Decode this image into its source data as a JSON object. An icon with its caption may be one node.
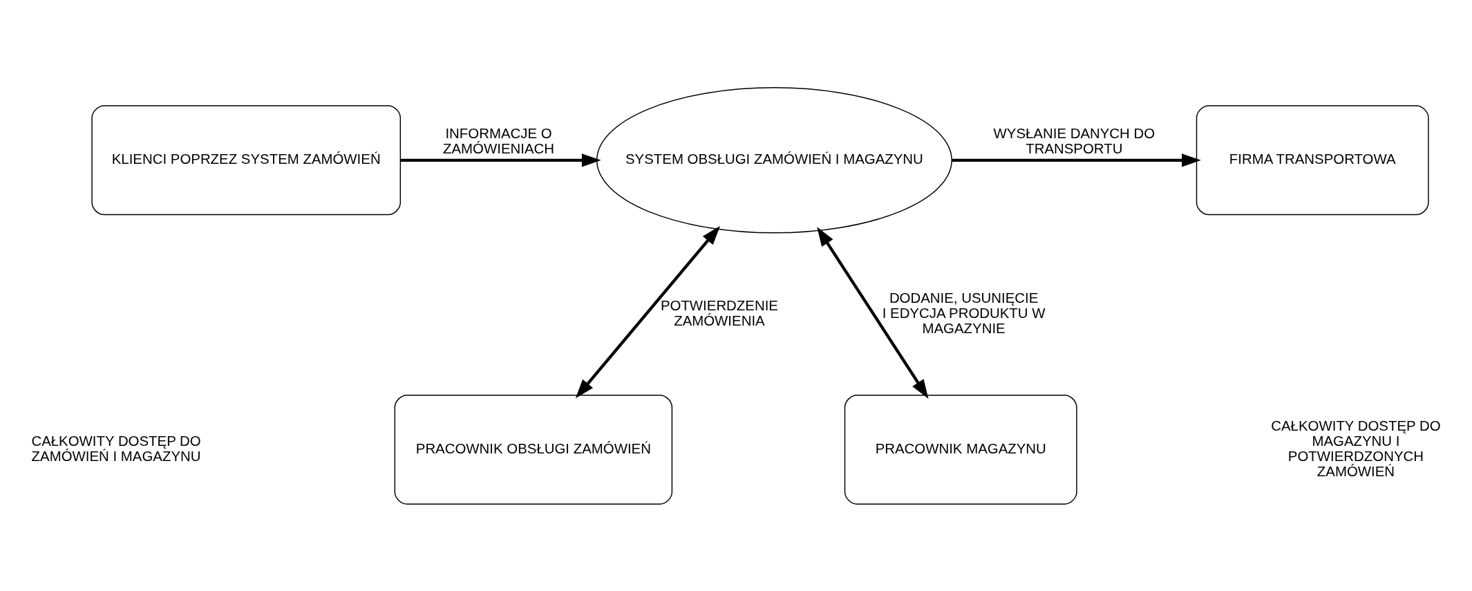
{
  "diagram": {
    "nodes": [
      {
        "text": [
          "KLIENCI POPRZEZ SYSTEM ZAMÓWIEŃ"
        ]
      },
      {
        "text": [
          "SYSTEM OBSŁUGI ZAMÓWIEŃ I MAGAZYNU"
        ]
      },
      {
        "text": [
          "FIRMA TRANSPORTOWA"
        ]
      },
      {
        "text": [
          "PRACOWNIK OBSŁUGI ZAMÓWIEŃ"
        ]
      },
      {
        "text": [
          "PRACOWNIK MAGAZYNU"
        ]
      }
    ],
    "edges": [
      {
        "from": 0,
        "to": 1,
        "arrow": "to",
        "label": "INFORMACJE O ZAMÓWIENIACH"
      },
      {
        "from": 1,
        "to": 2,
        "arrow": "to",
        "label": "WYSŁANIE DANYCH DO TRANSPORTU"
      },
      {
        "from": 1,
        "to": 3,
        "arrow": "both",
        "label": "POTWIERDZENIE ZAMÓWIENIA"
      },
      {
        "from": 1,
        "to": 4,
        "arrow": "both",
        "label": "DODANIE, USUNIĘCIE I EDYCJA PRODUKTU W MAGAZYNIE"
      }
    ],
    "labels": [
      "CAŁKOWITY DOSTĘP DO ZAMÓWIEŃ I MAGAZYNU",
      "CAŁKOWITY DOSTĘP DO MAGAZYNU I POTWIERDZONYCH ZAMÓWIEŃ"
    ]
  }
}
